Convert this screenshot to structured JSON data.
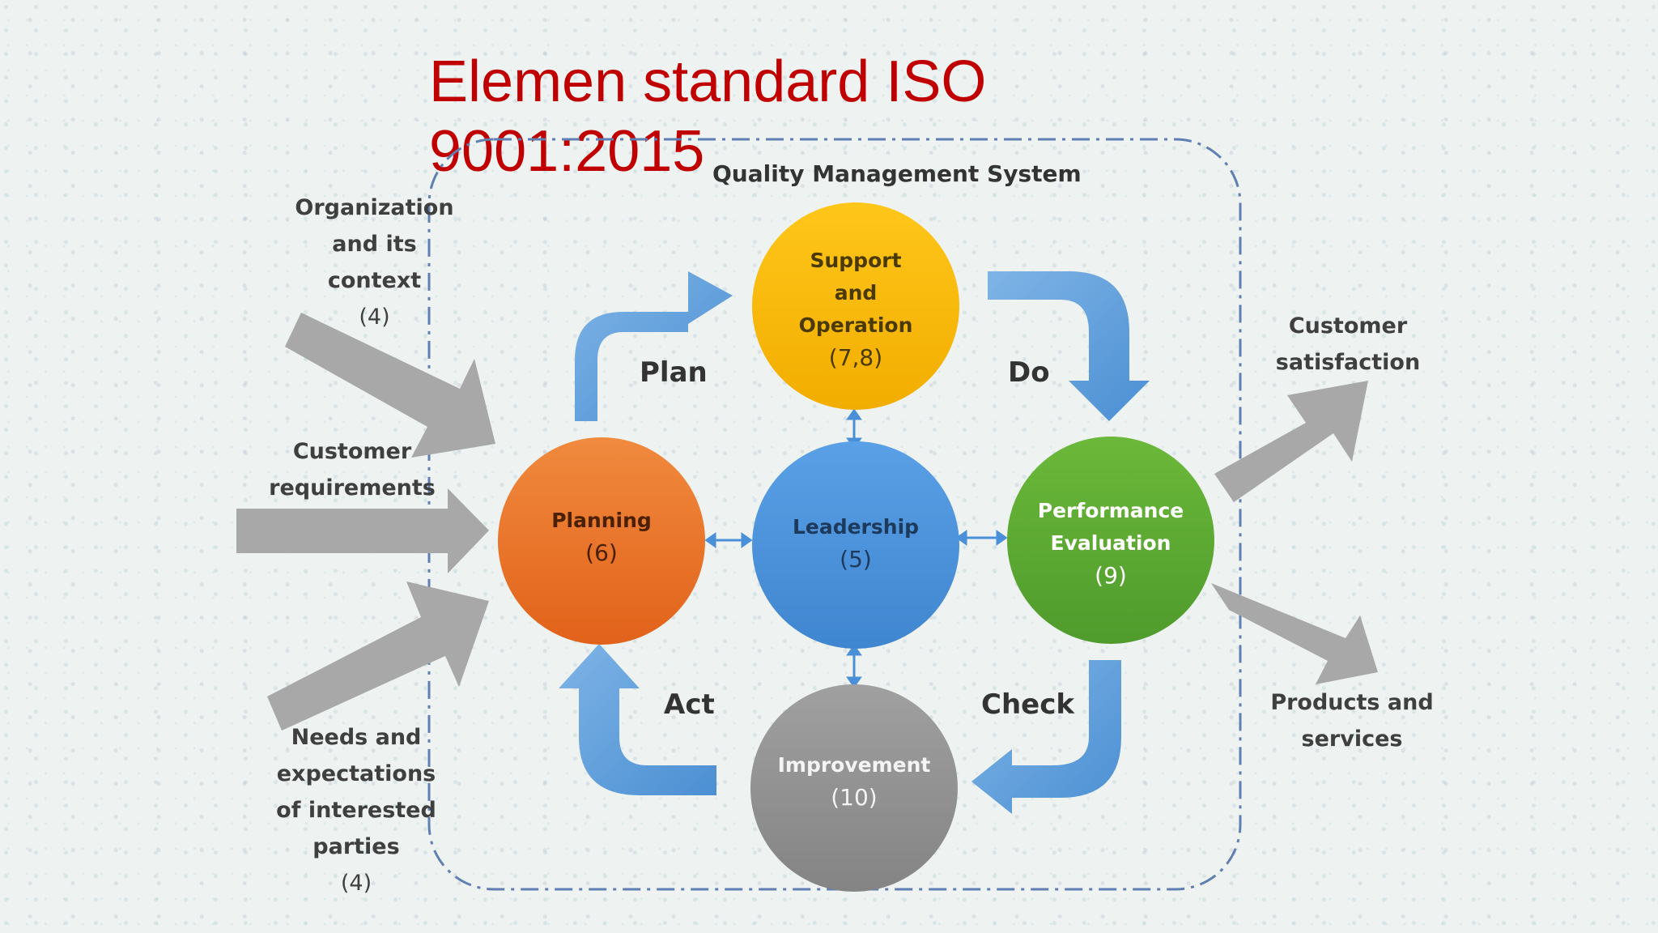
{
  "title": "Elemen standard ISO\n9001:2015",
  "qms_label": "Quality Management System",
  "inputs": {
    "organization": {
      "lines": [
        "Organization",
        "and its",
        "context"
      ],
      "num": "(4)"
    },
    "customer_requirements": {
      "lines": [
        "Customer",
        "requirements"
      ]
    },
    "needs": {
      "lines": [
        "Needs and",
        "expectations",
        "of interested",
        "parties"
      ],
      "num": "(4)"
    }
  },
  "outputs": {
    "customer_satisfaction": {
      "lines": [
        "Customer",
        "satisfaction"
      ]
    },
    "products": {
      "lines": [
        "Products and",
        "services"
      ]
    }
  },
  "circles": {
    "support": {
      "lines": [
        "Support",
        "and",
        "Operation"
      ],
      "num": "(7,8)",
      "color": "#f5b800"
    },
    "planning": {
      "lines": [
        "Planning"
      ],
      "num": "(6)",
      "color": "#ec6f1f"
    },
    "leadership": {
      "lines": [
        "Leadership"
      ],
      "num": "(5)",
      "color": "#4a90d9"
    },
    "performance": {
      "lines": [
        "Performance",
        "Evaluation"
      ],
      "num": "(9)",
      "color": "#5ea533"
    },
    "improvement": {
      "lines": [
        "Improvement"
      ],
      "num": "(10)",
      "color": "#8f8f8f"
    }
  },
  "steps": {
    "plan": "Plan",
    "do": "Do",
    "check": "Check",
    "act": "Act"
  },
  "colors": {
    "title": "#c00000",
    "flow_arrow": "#5b9bd5",
    "input_arrow": "#a6a6a6",
    "border": "#5f7fb2"
  }
}
